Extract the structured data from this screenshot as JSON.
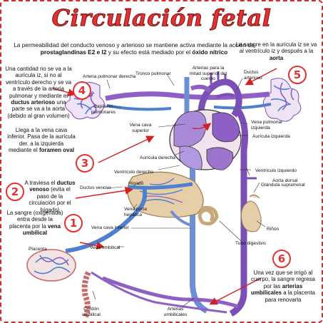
{
  "title": "Circulación fetal",
  "intro": {
    "pre": "La permeabilidad del conducto venoso y arterioso se mantiene activa mediante la acción de ",
    "bold1": "prostaglandinas E2 e I2",
    "mid": " y su efecto está mediado por el ",
    "bold2": "óxido nítrico"
  },
  "steps": [
    {
      "number": "1",
      "pre": "La sangre (oxigenada) entra desde la placenta por la ",
      "highlight": "vena umbilical",
      "post": ""
    },
    {
      "number": "2",
      "pre": "A traviesa el ",
      "highlight": "ductus venoso",
      "post": " (evita el paso de la circulación por el hígado)"
    },
    {
      "number": "3",
      "pre": "Llega a la vena cava inferior. Pasa de la aurícula der. a la izquierda mediante el ",
      "highlight": "foramen oval",
      "post": ""
    },
    {
      "number": "4",
      "pre": "Una cantidad no se va a la aurícula iz, si no al ventrículo derecho y se va a través de la arteria pulmonar y mediante el ",
      "highlight": "ductus arterioso",
      "post": " una parte se va a la aorta (debido al gran volumen)"
    },
    {
      "number": "5",
      "pre": "La sangre en la aurícula iz se va al ventrículo iz y después a la ",
      "highlight": "aorta",
      "post": ""
    },
    {
      "number": "6",
      "pre": "Una vez que se irrigó al cuerpo, la sangre regresa por las ",
      "highlight": "arterias umbilicales",
      "post": " a la placenta para renovarla"
    }
  ],
  "labels": {
    "arteria_pulmonar_derecha": "Arteria pulmonar derecha",
    "tronco_pulmonar": "Tronco pulmonar",
    "arterias_mitad_superior": "Arterias para la mitad superior del cuerpo",
    "ductus_arterioso": "Ductus arterioso",
    "capilares_pulmonares": "Capilares pulmonares",
    "vena_cava_superior": "Vena cava superior",
    "vena_pulmonar_izquierda": "Vena pulmonar izquierda",
    "auricula_derecha": "Aurícula derecha",
    "auricula_izquierda": "Aurícula izquierda",
    "ventriculo_derecho": "Ventrículo derecho",
    "ventriculo_izquierdo": "Ventrículo izquierdo",
    "higado": "Hígado",
    "aorta_dorsal": "Aorta dorsal",
    "ductus_venoso": "Ductus venoso",
    "glandula_suprarrenal": "Glándula suprarrenal",
    "vena_porta_hepatica": "Vena porta hepática",
    "vena_cava_inferior": "Vena cava inferior",
    "rinon": "Riñón",
    "placenta": "Placenta",
    "tubo_digestivo": "Tubo digestivo",
    "vena_umbilical": "Vena umbilical",
    "arterias_umbilicales": "Arterias umbilicales",
    "cordon_umbilical": "Cordón umbilical"
  },
  "colors": {
    "accent": "#e43232",
    "oxygenated_blue": "#4f7fcf",
    "mixed_purple": "#7b4fb5",
    "deoxygenated_violet": "#8e5fc4",
    "organ_beige": "#e6cfa8"
  }
}
